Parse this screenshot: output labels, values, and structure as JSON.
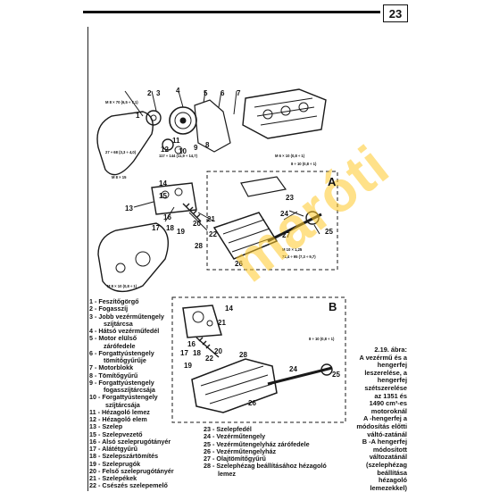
{
  "page": {
    "number": "23",
    "accent": "#111111",
    "watermark_color": "#f5c42a"
  },
  "watermark": {
    "text": "maróti"
  },
  "insets": {
    "a_label": "A",
    "b_label": "B"
  },
  "callouts_top": [
    "1",
    "2",
    "3",
    "4",
    "5",
    "6",
    "7",
    "8",
    "9",
    "10",
    "11",
    "12"
  ],
  "callouts_mid": [
    "13",
    "14",
    "15",
    "16",
    "17",
    "18",
    "19",
    "20",
    "21",
    "22",
    "23",
    "24",
    "25",
    "26",
    "27",
    "28"
  ],
  "callouts_b": [
    "14",
    "16",
    "17",
    "18",
    "19",
    "20",
    "21",
    "22",
    "24",
    "25",
    "26",
    "28"
  ],
  "specs": [
    "M 8 × 70 (6,5 ÷ 7,1)",
    "27 ÷ 68 (3,3 ÷ 4,0)",
    "117 ÷ 144 (11,9 ÷ 14,7)",
    "M 6 × 10 (0,8 ÷ 1)",
    "M 8 × 15",
    "8 ÷ 10 (0,8 ÷ 1)",
    "M 10 × 1,25",
    "71,4 ÷ 95 (7,3 ÷ 9,7)",
    "M 8 × 10 (0,8 ÷ 1)",
    "8 ÷ 10 (0,8 ÷ 1)"
  ],
  "legend_left": [
    "1 - Feszítőgörgő",
    "2 - Fogasszíj",
    "3 - Jobb vezérműtengely",
    "szíjtárcsa",
    "4 - Hátsó vezérműfedél",
    "5 - Motor elülső",
    "zárófedele",
    "6 - Forgattyústengely",
    "tömítőgyűrűje",
    "7 - Motorblokk",
    "8 - Tömítőgyűrű",
    "9 - Forgattyústengely",
    "fogasszíjtárcsája",
    "10 - Forgattyústengely",
    "szíjtárcsája",
    "11 - Hézagoló lemez",
    "12 - Hézagoló elem",
    "13 - Szelep",
    "15 - Szelepvezető",
    "16 - Alsó szeleprugótányér",
    "17 - Alátétgyűrű",
    "18 - Szelepszártömítés",
    "19 - Szeleprugók",
    "20 - Felső szeleprugótányér",
    "21 - Szelepékek",
    "22 - Csészés szelepemelő"
  ],
  "legend_right": [
    "23 - Szelepfedél",
    "24 - Vezérműtengely",
    "25 - Vezérműtengelyház zárófedele",
    "26 - Vezérműtengelyház",
    "27 - Olajtömítőgyűrű",
    "28 - Szelephézag beállításához hézagoló",
    "lemez"
  ],
  "caption": [
    "2.19. ábra:",
    "A vezérmű és a",
    "hengerfej",
    "leszerelése, a",
    "hengerfej",
    "szétszerelése",
    "az 1351 és",
    "1490 cm³-es",
    "motoroknál",
    "A -hengerfej a",
    "módosítás előtti",
    "váltó-zatánál",
    "B -A hengerfej",
    "módosított",
    "változatánál",
    "(szelephézag",
    "beállítása",
    "hézagoló",
    "lemezekkel)"
  ]
}
